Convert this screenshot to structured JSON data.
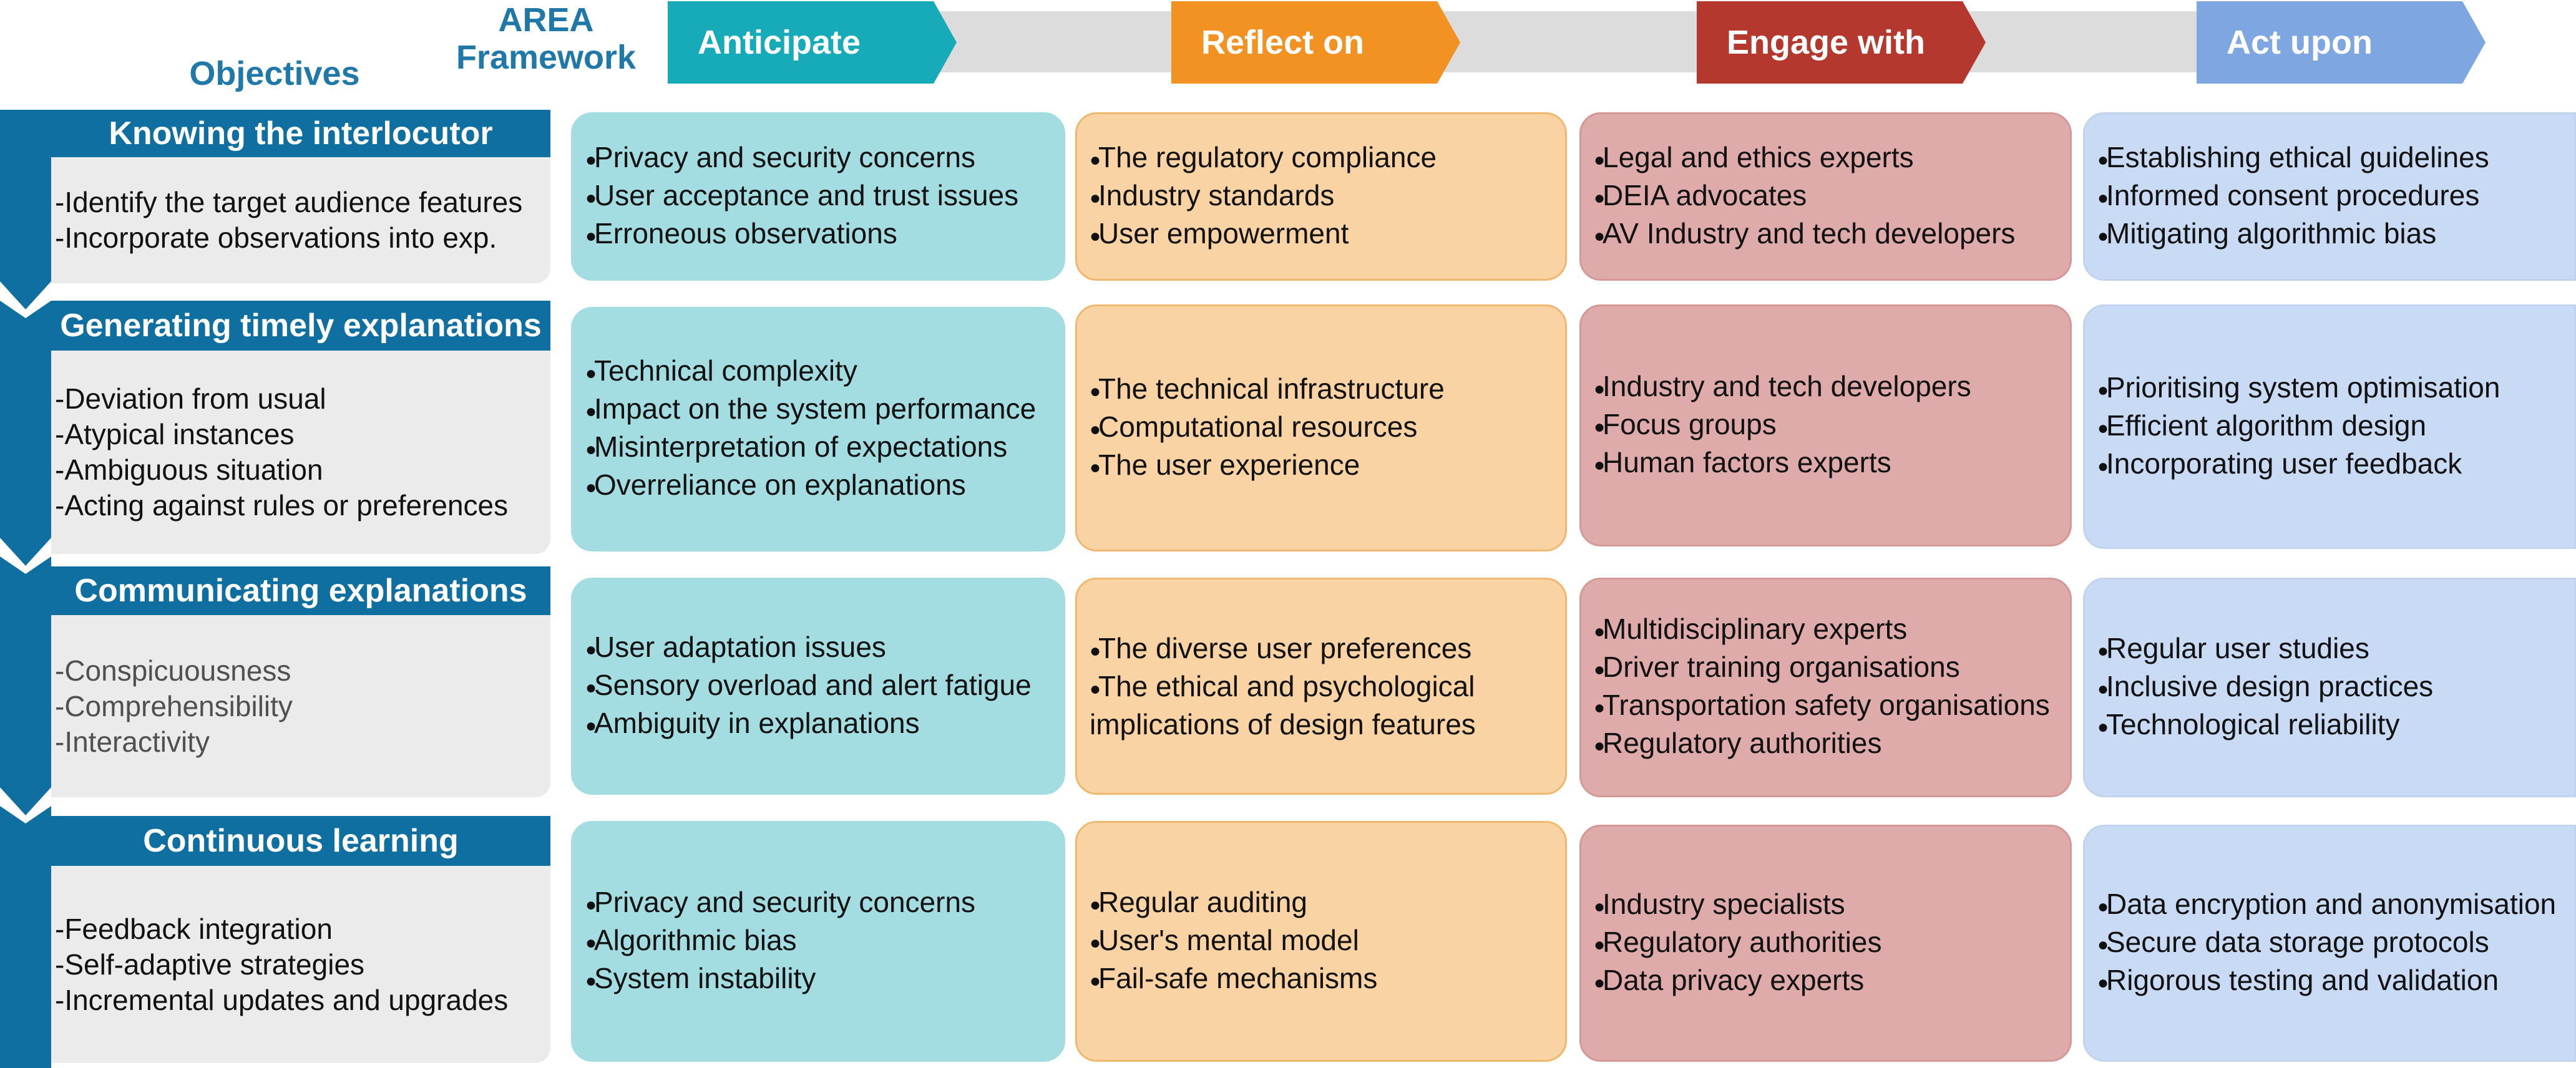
{
  "header": {
    "objectives_label": "Objectives",
    "area_label_line1": "AREA",
    "area_label_line2": "Framework",
    "stages": [
      {
        "label": "Anticipate",
        "color": "#17aab8"
      },
      {
        "label": "Reflect on",
        "color": "#f29222"
      },
      {
        "label": "Engage with",
        "color": "#b5382e"
      },
      {
        "label": "Act upon",
        "color": "#7ea6e0"
      }
    ]
  },
  "rows": [
    {
      "objective": {
        "title": "Knowing the interlocutor",
        "items": [
          "-Identify the target audience features",
          "-Incorporate observations into exp."
        ]
      },
      "anticipate": [
        "Privacy and security concerns",
        "User acceptance and trust issues",
        "Erroneous observations"
      ],
      "reflect": [
        "The regulatory compliance",
        "Industry standards",
        "User empowerment"
      ],
      "engage": [
        "Legal and ethics experts",
        "DEIA advocates",
        "AV Industry and tech developers"
      ],
      "act": [
        "Establishing ethical guidelines",
        "Informed consent procedures",
        "Mitigating algorithmic bias"
      ]
    },
    {
      "objective": {
        "title": "Generating timely explanations",
        "items": [
          "-Deviation from usual",
          "-Atypical instances",
          "-Ambiguous situation",
          "-Acting against rules or preferences"
        ]
      },
      "anticipate": [
        "Technical complexity",
        "Impact on the system performance",
        "Misinterpretation of expectations",
        "Overreliance on explanations"
      ],
      "reflect": [
        "The technical infrastructure",
        "Computational resources",
        "The user experience"
      ],
      "engage": [
        "Industry and tech developers",
        "Focus groups",
        "Human factors experts"
      ],
      "act": [
        "Prioritising system optimisation",
        "Efficient algorithm design",
        "Incorporating user feedback"
      ]
    },
    {
      "objective": {
        "title": "Communicating explanations",
        "items": [
          "-Conspicuousness",
          "-Comprehensibility",
          "-Interactivity"
        ]
      },
      "anticipate": [
        "User adaptation issues",
        "Sensory overload and alert fatigue",
        "Ambiguity in explanations"
      ],
      "reflect": [
        "The diverse user preferences",
        "The ethical and psychological",
        "implications of design features"
      ],
      "engage": [
        "Multidisciplinary experts",
        "Driver training organisations",
        "Transportation safety organisations",
        "Regulatory authorities"
      ],
      "act": [
        "Regular user studies",
        "Inclusive design practices",
        "Technological reliability"
      ]
    },
    {
      "objective": {
        "title": "Continuous learning",
        "items": [
          "-Feedback integration",
          "-Self-adaptive strategies",
          "-Incremental updates and upgrades"
        ]
      },
      "anticipate": [
        "Privacy and security concerns",
        "Algorithmic bias",
        "System instability"
      ],
      "reflect": [
        "Regular auditing",
        "User's mental model",
        "Fail-safe mechanisms"
      ],
      "engage": [
        "Industry specialists",
        "Regulatory authorities",
        "Data privacy experts"
      ],
      "act": [
        "Data encryption and anonymisation",
        "Secure data storage protocols",
        "Rigorous testing and validation"
      ]
    }
  ]
}
